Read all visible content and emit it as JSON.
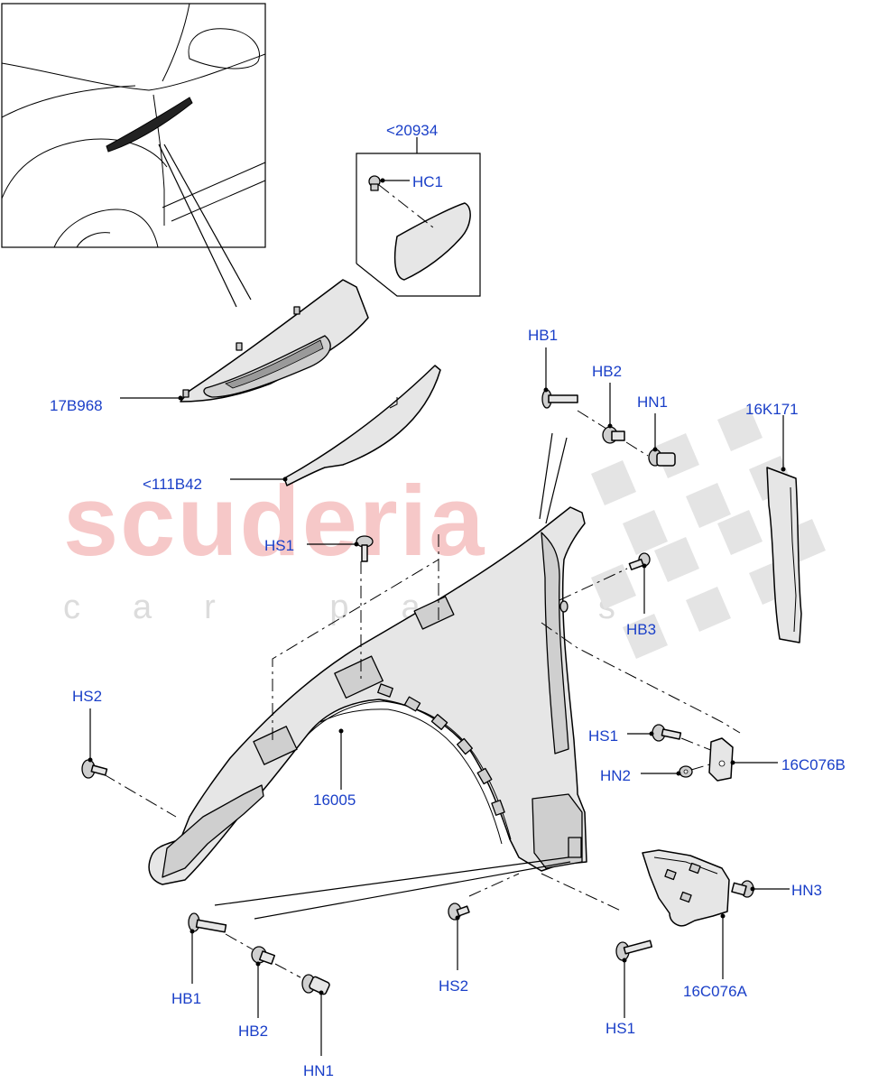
{
  "watermark": {
    "brand": "scuderia",
    "tagline": "car parts"
  },
  "labels": {
    "c20934": "<20934",
    "hc1": "HC1",
    "p17b968": "17B968",
    "p111b42": "<111B42",
    "hb1_top": "HB1",
    "hb2_top": "HB2",
    "hn1_top": "HN1",
    "p16k171": "16K171",
    "hs1_top": "HS1",
    "hb3": "HB3",
    "hs2_left": "HS2",
    "p16005": "16005",
    "hs1_mid": "HS1",
    "hn2": "HN2",
    "p16c076b": "16C076B",
    "hn3": "HN3",
    "hb1_bottom": "HB1",
    "hb2_bottom": "HB2",
    "hn1_bottom": "HN1",
    "hs2_bottom": "HS2",
    "p16c076a": "16C076A",
    "hs1_bottom": "HS1"
  }
}
